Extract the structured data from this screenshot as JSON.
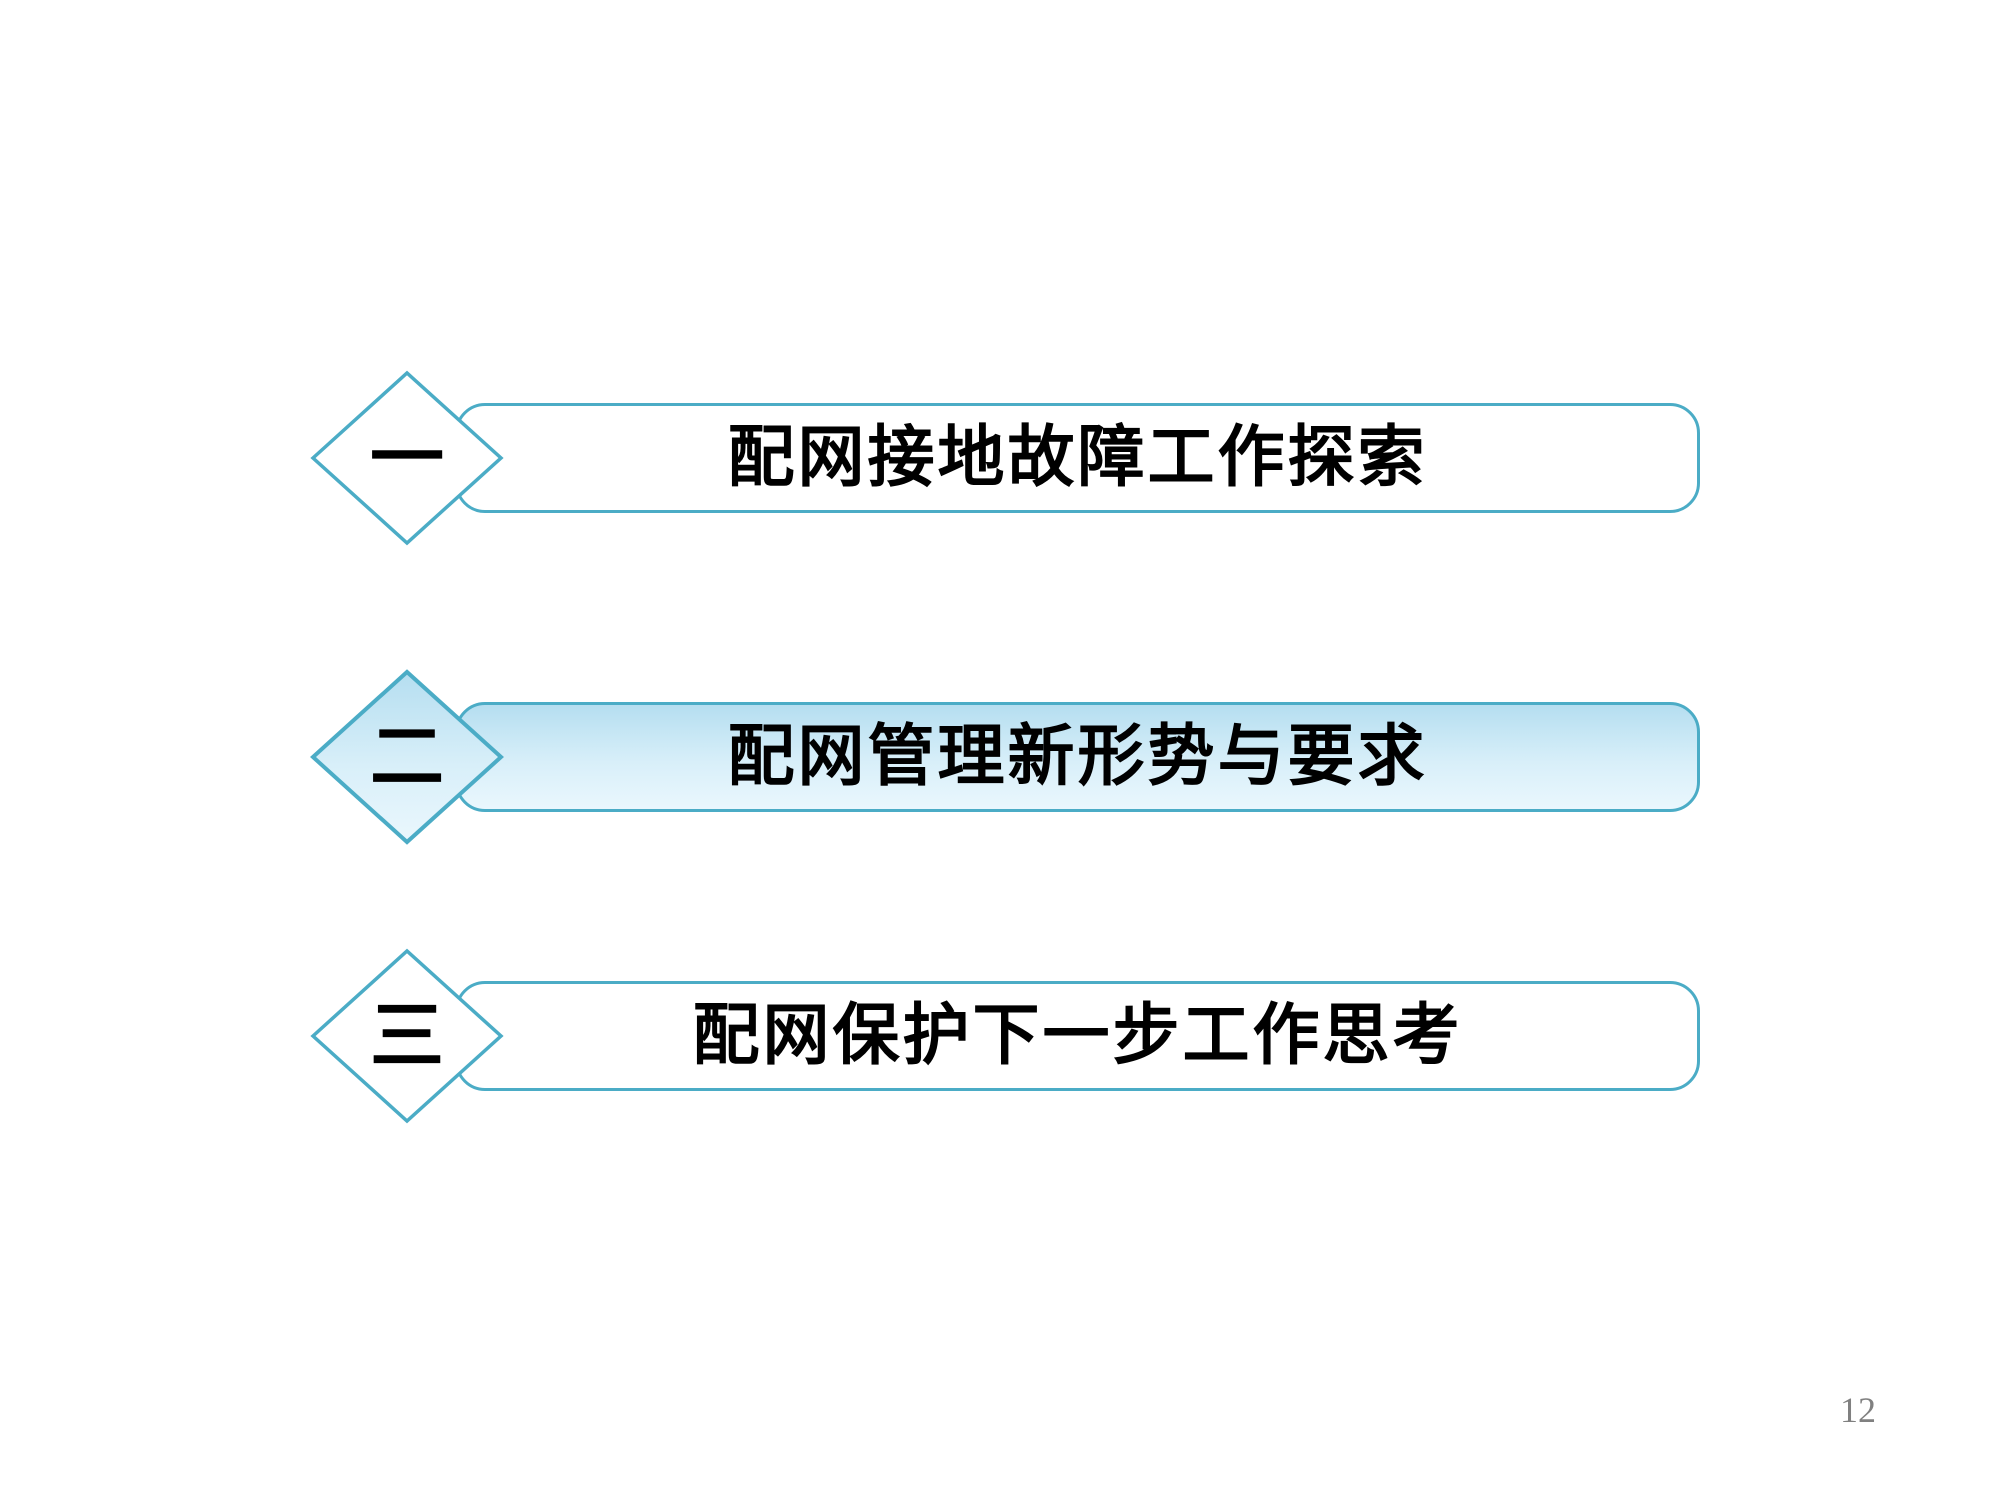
{
  "slide": {
    "items": [
      {
        "number": "一",
        "title": "配网接地故障工作探索",
        "highlighted": false
      },
      {
        "number": "二",
        "title": "配网管理新形势与要求",
        "highlighted": true
      },
      {
        "number": "三",
        "title": "配网保护下一步工作思考",
        "highlighted": false
      }
    ],
    "page_number": "12"
  },
  "colors": {
    "accent_teal": "#4BACC6",
    "bar_fill_default": "#FFFFFF",
    "highlight_gradient_top": "#B5DEF0",
    "highlight_gradient_mid": "#D8EFF9",
    "highlight_gradient_bottom": "#EAF7FD",
    "title_text": "#000000",
    "page_number_gray": "#808080"
  }
}
